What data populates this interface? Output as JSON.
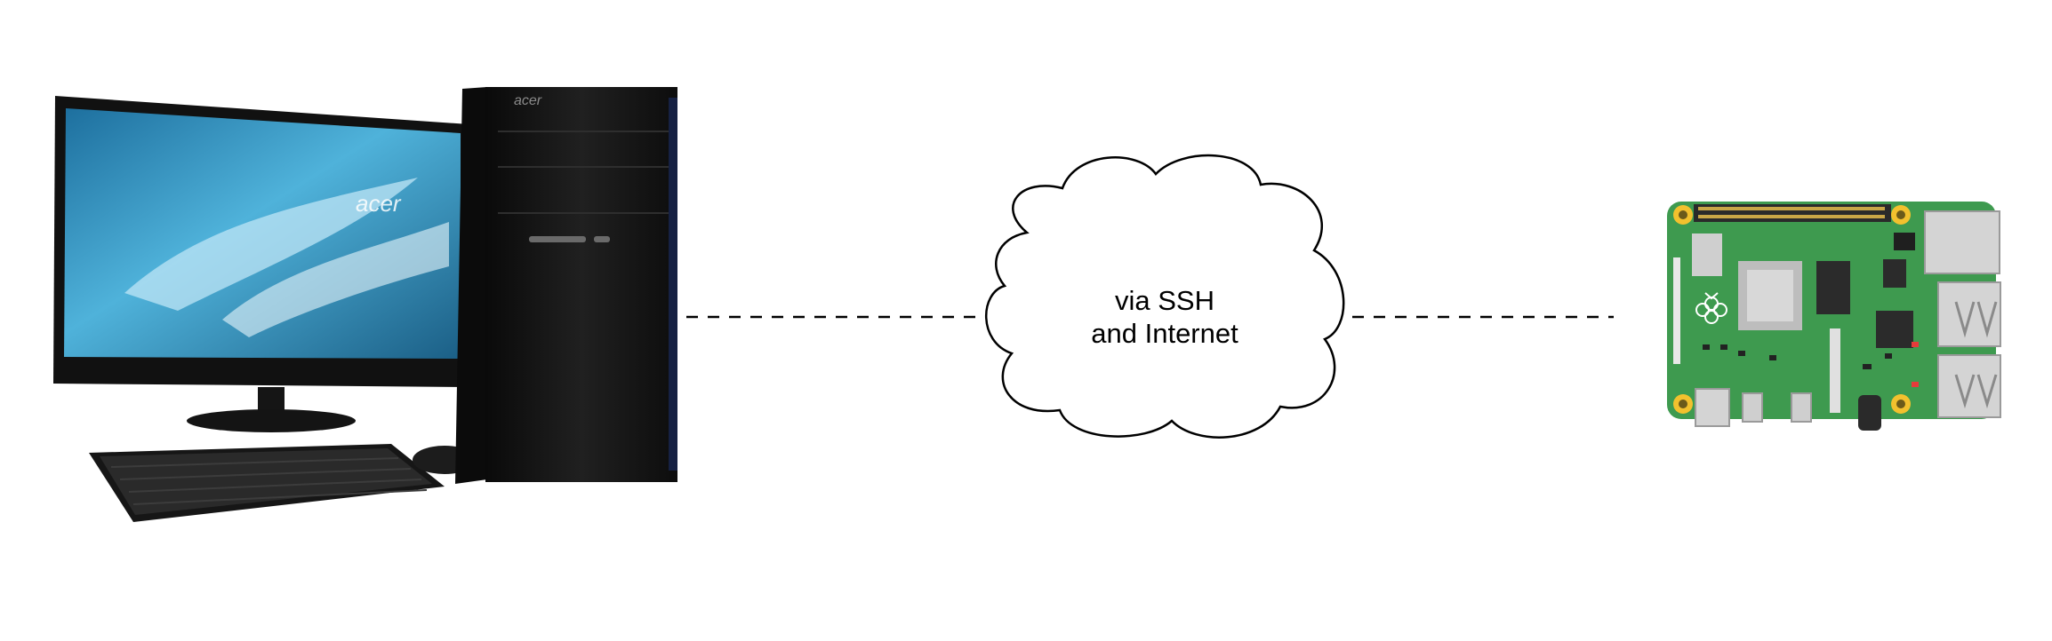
{
  "diagram": {
    "connection_label_line1": "via SSH",
    "connection_label_line2": "and Internet",
    "pc_brand": "acer"
  },
  "colors": {
    "line": "#000000",
    "cloud_stroke": "#000000",
    "pc_body": "#141414",
    "monitor_screen": "#2f8fbf",
    "board_green": "#3e9a4f",
    "mount_hole": "#f2c12e"
  },
  "icons": {
    "computer": "desktop-computer-icon",
    "cloud": "cloud-icon",
    "board": "raspberry-pi-board-icon"
  }
}
